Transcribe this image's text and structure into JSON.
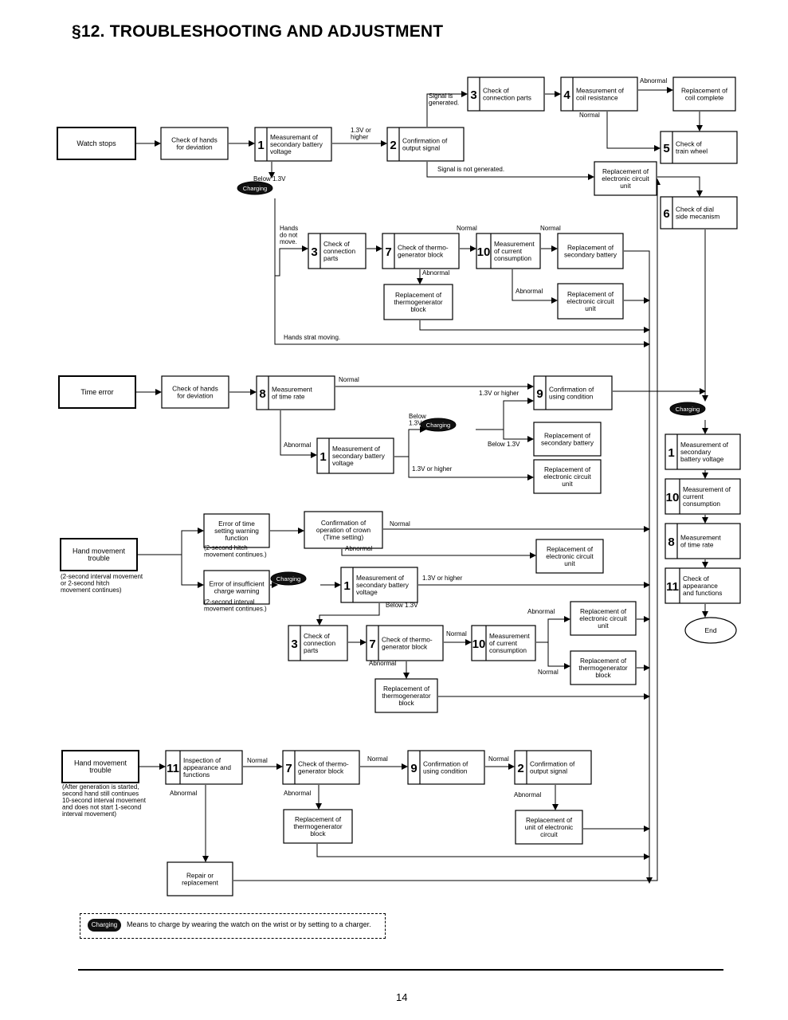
{
  "title": "§12. TROUBLESHOOTING AND ADJUSTMENT",
  "boxes": [
    {
      "id": "watch-stops",
      "lines": [
        "Watch stops"
      ],
      "thick": true
    },
    {
      "id": "check-hands-1",
      "lines": [
        "Check of hands",
        "for deviation"
      ]
    },
    {
      "id": "s1-meas-batt",
      "num": "1",
      "lines": [
        "Measuremant of",
        "secondary battery",
        "voltage"
      ]
    },
    {
      "id": "s2-output",
      "num": "2",
      "lines": [
        "Confirmation of",
        "output signal"
      ]
    },
    {
      "id": "s3-conn-top",
      "num": "3",
      "lines": [
        "Check of",
        "connection parts"
      ]
    },
    {
      "id": "s4-coil",
      "num": "4",
      "lines": [
        "Measurement of",
        "coil resistance"
      ]
    },
    {
      "id": "repl-coil",
      "lines": [
        "Replacement of",
        "coil complete"
      ]
    },
    {
      "id": "s5-train",
      "num": "5",
      "lines": [
        "Check of",
        "train wheel"
      ]
    },
    {
      "id": "repl-ecu-1",
      "lines": [
        "Replacement of",
        "electronic circuit",
        "unit"
      ]
    },
    {
      "id": "s6-dial",
      "num": "6",
      "lines": [
        "Check of dial",
        "side mecanism"
      ]
    },
    {
      "id": "s3-conn-2",
      "num": "3",
      "lines": [
        "Check of",
        "connection",
        "parts"
      ]
    },
    {
      "id": "s7-thermo-1",
      "num": "7",
      "lines": [
        "Check of thermo-",
        "generator block"
      ]
    },
    {
      "id": "s10-current-1",
      "num": "10",
      "lines": [
        "Measurement",
        "of current",
        "consumption"
      ]
    },
    {
      "id": "repl-batt-1",
      "lines": [
        "Replacement of",
        "secondary battery"
      ]
    },
    {
      "id": "repl-thermo-1",
      "lines": [
        "Replacement of",
        "thermogenerator",
        "block"
      ]
    },
    {
      "id": "repl-ecu-2",
      "lines": [
        "Replacement of",
        "electronic circuit",
        "unit"
      ]
    },
    {
      "id": "time-error",
      "lines": [
        "Time error"
      ],
      "thick": true
    },
    {
      "id": "check-hands-2",
      "lines": [
        "Check of hands",
        "for deviation"
      ]
    },
    {
      "id": "s8-rate-1",
      "num": "8",
      "lines": [
        "Measurement",
        "of time rate"
      ]
    },
    {
      "id": "s9-use-1",
      "num": "9",
      "lines": [
        "Confirmation of",
        "using condition"
      ]
    },
    {
      "id": "s1-meas-batt-2",
      "num": "1",
      "lines": [
        "Measurement of",
        "secondary battery",
        "voltage"
      ]
    },
    {
      "id": "repl-batt-2",
      "lines": [
        "Replacement of",
        "secondary battery"
      ]
    },
    {
      "id": "repl-ecu-3",
      "lines": [
        "Replacement of",
        "electronic circuit",
        "unit"
      ]
    },
    {
      "id": "r-s1",
      "num": "1",
      "lines": [
        "Measurement of",
        "secondary",
        "battery voltage"
      ]
    },
    {
      "id": "r-s10",
      "num": "10",
      "lines": [
        "Measurement of",
        "current",
        "consumption"
      ]
    },
    {
      "id": "r-s8",
      "num": "8",
      "lines": [
        "Measurement",
        "of time rate"
      ]
    },
    {
      "id": "r-s11",
      "num": "11",
      "lines": [
        "Check of",
        "appearance",
        "and functions"
      ]
    },
    {
      "id": "hand-trouble-1",
      "lines": [
        "Hand movement",
        "trouble"
      ],
      "thick": true
    },
    {
      "id": "err-warning",
      "lines": [
        "Error of time",
        "setting warning",
        "function"
      ]
    },
    {
      "id": "crown",
      "lines": [
        "Confirmation of",
        "operation of crown",
        "(Time setting)"
      ]
    },
    {
      "id": "repl-ecu-4",
      "lines": [
        "Replacement of",
        "electronic circuit",
        "unit"
      ]
    },
    {
      "id": "err-insuff",
      "lines": [
        "Error of insufficient",
        "charge warning"
      ]
    },
    {
      "id": "s1-meas-batt-3",
      "num": "1",
      "lines": [
        "Measurement of",
        "secondary battery",
        "voltage"
      ]
    },
    {
      "id": "s3-conn-3",
      "num": "3",
      "lines": [
        "Check of",
        "connection",
        "parts"
      ]
    },
    {
      "id": "s7-thermo-2",
      "num": "7",
      "lines": [
        "Check of thermo-",
        "generator block"
      ]
    },
    {
      "id": "s10-current-2",
      "num": "10",
      "lines": [
        "Measurement",
        "of current",
        "consumption"
      ]
    },
    {
      "id": "repl-ecu-5",
      "lines": [
        "Replacement of",
        "electronic circuit",
        "unit"
      ]
    },
    {
      "id": "repl-thermo-2",
      "lines": [
        "Replacement of",
        "thermogenerator",
        "block"
      ]
    },
    {
      "id": "repl-thermo-3",
      "lines": [
        "Replacement of",
        "thermogenerator",
        "block"
      ]
    },
    {
      "id": "hand-trouble-2",
      "lines": [
        "Hand movement",
        "trouble"
      ],
      "thick": true
    },
    {
      "id": "s11-inspect",
      "num": "11",
      "lines": [
        "Inspection of",
        "appearance and",
        "functions"
      ]
    },
    {
      "id": "s7-thermo-3",
      "num": "7",
      "lines": [
        "Check of thermo-",
        "generator block"
      ]
    },
    {
      "id": "s9-use-2",
      "num": "9",
      "lines": [
        "Confirmation of",
        "using condition"
      ]
    },
    {
      "id": "s2-output-2",
      "num": "2",
      "lines": [
        "Confirmation of",
        "output signal"
      ]
    },
    {
      "id": "repl-thermo-4",
      "lines": [
        "Replacement of",
        "thermogenerator",
        "block"
      ]
    },
    {
      "id": "repl-unit-ec",
      "lines": [
        "Replacement of",
        "unit of electronic",
        "circuit"
      ]
    },
    {
      "id": "repair",
      "lines": [
        "Repair or",
        "replacement"
      ]
    }
  ],
  "end_label": "End",
  "charging_label": "Charging",
  "labels": [
    {
      "id": "lbl-signal-gen",
      "text": "Signal is\ngenerated."
    },
    {
      "id": "lbl-abnormal-1",
      "text": "Abnormal"
    },
    {
      "id": "lbl-normal-1",
      "text": "Normal"
    },
    {
      "id": "lbl-13-higher-1",
      "text": "1.3V or\nhigher"
    },
    {
      "id": "lbl-signal-not",
      "text": "Signal is not generated."
    },
    {
      "id": "lbl-below-1",
      "text": "Below 1.3V"
    },
    {
      "id": "lbl-hands-not",
      "text": "Hands\ndo not\nmove."
    },
    {
      "id": "lbl-normal-2",
      "text": "Normal"
    },
    {
      "id": "lbl-normal-3",
      "text": "Normal"
    },
    {
      "id": "lbl-abnormal-2",
      "text": "Abnormal"
    },
    {
      "id": "lbl-abnormal-3",
      "text": "Abnormal"
    },
    {
      "id": "lbl-hands-strat",
      "text": "Hands strat moving."
    },
    {
      "id": "lbl-normal-4",
      "text": "Normal"
    },
    {
      "id": "lbl-13-higher-2",
      "text": "1.3V or higher"
    },
    {
      "id": "lbl-below-2",
      "text": "Below\n1.3V"
    },
    {
      "id": "lbl-below-3",
      "text": "Below 1.3V"
    },
    {
      "id": "lbl-abnormal-4",
      "text": "Abnormal"
    },
    {
      "id": "lbl-13-higher-3",
      "text": "1.3V or higher"
    },
    {
      "id": "lbl-2sec-hitch",
      "text": "(2-second hitch\nmovement continues.)"
    },
    {
      "id": "lbl-normal-5",
      "text": "Normal"
    },
    {
      "id": "lbl-abnormal-5",
      "text": "Abnormal"
    },
    {
      "id": "lbl-hand-note-1",
      "text": "(2-second interval movement\nor 2-second hitch\nmovement continues)"
    },
    {
      "id": "lbl-2sec-interval",
      "text": "(2-second interval\nmovement continues.)"
    },
    {
      "id": "lbl-13-higher-4",
      "text": "1.3V or higher"
    },
    {
      "id": "lbl-below-4",
      "text": "Below 1.3V"
    },
    {
      "id": "lbl-abnormal-6",
      "text": "Abnormal"
    },
    {
      "id": "lbl-normal-6",
      "text": "Normal"
    },
    {
      "id": "lbl-abnormal-7",
      "text": "Abnormal"
    },
    {
      "id": "lbl-normal-7",
      "text": "Normal"
    },
    {
      "id": "lbl-normal-8",
      "text": "Normal"
    },
    {
      "id": "lbl-normal-9",
      "text": "Normal"
    },
    {
      "id": "lbl-normal-10",
      "text": "Normal"
    },
    {
      "id": "lbl-abnormal-8",
      "text": "Abnormal"
    },
    {
      "id": "lbl-abnormal-9",
      "text": "Abnormal"
    },
    {
      "id": "lbl-abnormal-10",
      "text": "Abnormal"
    },
    {
      "id": "lbl-hand-note-2",
      "text": "(After generation is started,\nsecond hand still continues\n10-second interval movement\nand does not start 1-second\ninterval movement)"
    }
  ],
  "note": {
    "pill": "Charging",
    "text": "Means to charge by wearing the watch on the wrist or by setting to a charger."
  },
  "page_number": "14"
}
